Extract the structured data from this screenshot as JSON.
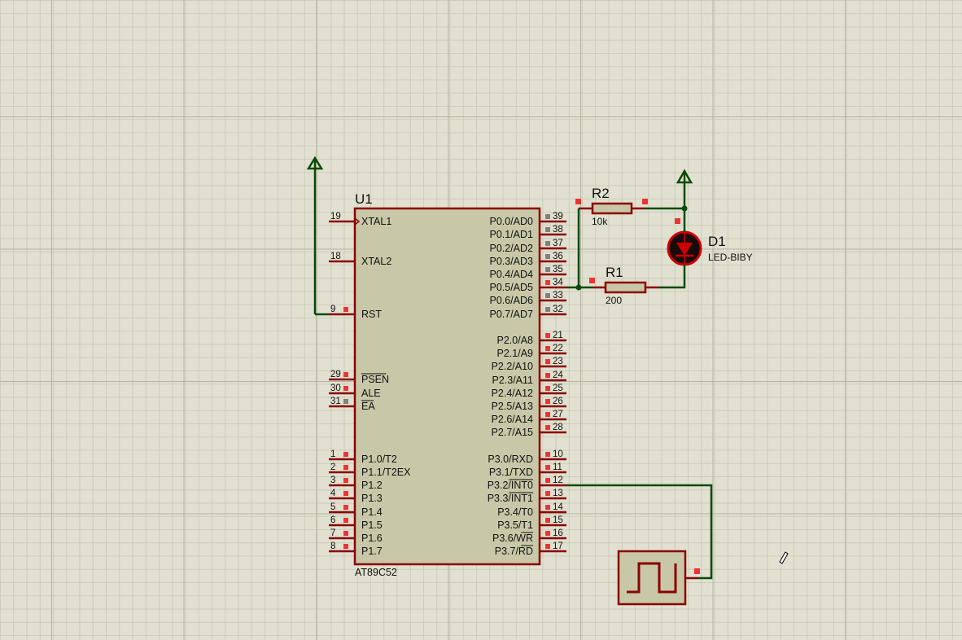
{
  "chip": {
    "ref": "U1",
    "part": "AT89C52",
    "left_pins": [
      {
        "num": "19",
        "name": "XTAL1",
        "bar": false
      },
      {
        "num": "18",
        "name": "XTAL2",
        "bar": false
      },
      {
        "num": "9",
        "name": "RST",
        "bar": false
      },
      {
        "num": "29",
        "name": "PSEN",
        "bar": true
      },
      {
        "num": "30",
        "name": "ALE",
        "bar": false
      },
      {
        "num": "31",
        "name": "EA",
        "bar": true
      },
      {
        "num": "1",
        "name": "P1.0/T2",
        "bar": false
      },
      {
        "num": "2",
        "name": "P1.1/T2EX",
        "bar": false
      },
      {
        "num": "3",
        "name": "P1.2",
        "bar": false
      },
      {
        "num": "4",
        "name": "P1.3",
        "bar": false
      },
      {
        "num": "5",
        "name": "P1.4",
        "bar": false
      },
      {
        "num": "6",
        "name": "P1.5",
        "bar": false
      },
      {
        "num": "7",
        "name": "P1.6",
        "bar": false
      },
      {
        "num": "8",
        "name": "P1.7",
        "bar": false
      }
    ],
    "right_pins": [
      {
        "num": "39",
        "name": "P0.0/AD0"
      },
      {
        "num": "38",
        "name": "P0.1/AD1"
      },
      {
        "num": "37",
        "name": "P0.2/AD2"
      },
      {
        "num": "36",
        "name": "P0.3/AD3"
      },
      {
        "num": "35",
        "name": "P0.4/AD4"
      },
      {
        "num": "34",
        "name": "P0.5/AD5"
      },
      {
        "num": "33",
        "name": "P0.6/AD6"
      },
      {
        "num": "32",
        "name": "P0.7/AD7"
      },
      {
        "num": "21",
        "name": "P2.0/A8"
      },
      {
        "num": "22",
        "name": "P2.1/A9"
      },
      {
        "num": "23",
        "name": "P2.2/A10"
      },
      {
        "num": "24",
        "name": "P2.3/A11"
      },
      {
        "num": "25",
        "name": "P2.4/A12"
      },
      {
        "num": "26",
        "name": "P2.5/A13"
      },
      {
        "num": "27",
        "name": "P2.6/A14"
      },
      {
        "num": "28",
        "name": "P2.7/A15"
      },
      {
        "num": "10",
        "name": "P3.0/RXD"
      },
      {
        "num": "11",
        "name": "P3.1/TXD"
      },
      {
        "num": "12",
        "name": "P3.2/INT0",
        "bar_part": "INT0"
      },
      {
        "num": "13",
        "name": "P3.3/INT1",
        "bar_part": "INT1"
      },
      {
        "num": "14",
        "name": "P3.4/T0"
      },
      {
        "num": "15",
        "name": "P3.5/T1"
      },
      {
        "num": "16",
        "name": "P3.6/WR",
        "bar_part": "WR"
      },
      {
        "num": "17",
        "name": "P3.7/RD",
        "bar_part": "RD"
      }
    ]
  },
  "r2": {
    "ref": "R2",
    "value": "10k"
  },
  "r1": {
    "ref": "R1",
    "value": "200"
  },
  "d1": {
    "ref": "D1",
    "value": "LED-BIBY"
  },
  "colors": {
    "background": "#e1e0d1",
    "body_fill": "#c8c8a8",
    "outline": "#8b0000",
    "wire": "#0a4a0a",
    "pin_dot": "#ee3333",
    "led": "#cc0000"
  }
}
